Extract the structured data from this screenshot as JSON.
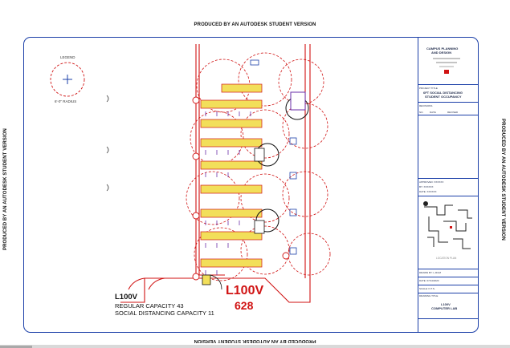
{
  "watermark": {
    "text": "PRODUCED BY AN AUTODESK STUDENT VERSION"
  },
  "legend": {
    "title": "LEGEND",
    "radius_label": "6'-0\" RADIUS"
  },
  "room": {
    "name": "L100V",
    "regular_capacity": "REGULAR CAPACITY 43",
    "social_distancing_capacity": "SOCIAL DISTANCING CAPACITY 11",
    "tag_name": "L100V",
    "tag_number": "628"
  },
  "title_block": {
    "org_line1": "CAMPUS PLANNING",
    "org_line2": "AND DESIGN",
    "project_title_label": "PROJECT TITLE",
    "project_title_line1": "6FT SOCIAL DISTANCING",
    "project_title_line2": "STUDENT OCCUPANCY",
    "revisions_label": "REVISIONS",
    "rev_col_no": "NO.",
    "rev_col_date": "DATE",
    "rev_col_revised": "REVISED",
    "approved": "APPROVED: XXXXXX",
    "by": "BY: XXXXXX",
    "date_top": "DATE: XXXXXX",
    "location_plan": "LOCATION PLAN",
    "drawn_by": "DRAWN BY: L.RUIZ",
    "date_bottom": "DATE: 07/14/2020",
    "scale": "SCALE: N.T.S.",
    "drawing_title_label": "DRAWING TITLE",
    "drawing_title_line1": "L100V",
    "drawing_title_line2": "COMPUTER LAB"
  },
  "colors": {
    "border_blue": "#1b3fa8",
    "distance_red": "#d01212",
    "desk_yellow": "#f2df5a",
    "chair_purple": "#6a2ea8"
  }
}
